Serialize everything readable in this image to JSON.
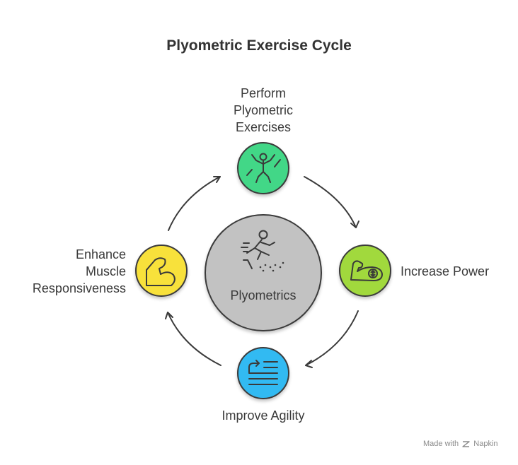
{
  "title": "Plyometric Exercise Cycle",
  "center": {
    "label": "Plyometrics",
    "icon": "long-jump-icon",
    "color": "#c2c2c2"
  },
  "nodes": [
    {
      "id": "perform",
      "lines": [
        "Perform",
        "Plyometric",
        "Exercises"
      ],
      "icon": "jumping-person-icon",
      "color": "#43d787"
    },
    {
      "id": "power",
      "lines": [
        "Increase Power"
      ],
      "icon": "flexed-arm-icon",
      "color": "#a1d93e"
    },
    {
      "id": "agility",
      "lines": [
        "Improve Agility"
      ],
      "icon": "agility-list-icon",
      "color": "#33baf2"
    },
    {
      "id": "muscle",
      "lines": [
        "Enhance",
        "Muscle",
        "Responsiveness"
      ],
      "icon": "bicep-icon",
      "color": "#f8e13a"
    }
  ],
  "watermark": {
    "prefix": "Made with",
    "brand": "Napkin"
  }
}
